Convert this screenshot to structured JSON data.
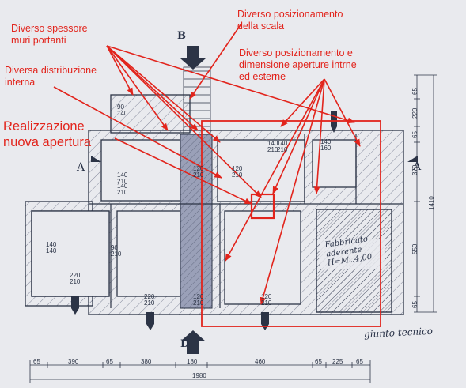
{
  "annotations": {
    "walls_thickness": [
      "Diverso spessore",
      "muri portanti"
    ],
    "internal_layout": [
      "Diversa distribuzione",
      "interna"
    ],
    "new_opening": [
      "Realizzazione",
      "nuova apertura"
    ],
    "stair_position": [
      "Diverso posizionamento",
      "della scala"
    ],
    "openings_position": [
      "Diverso posizionamento e",
      "dimensione aperture intrne",
      "ed esterne"
    ]
  },
  "plan_labels": {
    "section_b": "B",
    "section_d": "D",
    "section_a_left": "A",
    "section_a_right": "A",
    "adjacent_building": [
      "Fabbricato",
      "aderente",
      "H=Mt.4,00"
    ],
    "technical_joint": "giunto tecnico"
  },
  "opening_labels": [
    "90\n140",
    "140\n210",
    "140\n210",
    "140\n210",
    "140\n210",
    "140\n160",
    "140\n140",
    "90\n210",
    "220\n210",
    "220\n210",
    "120\n210",
    "120\n210",
    "120\n210",
    "120\n210"
  ],
  "bottom_dims": [
    "65",
    "390",
    "65",
    "380",
    "180",
    "460",
    "65",
    "225",
    "65"
  ],
  "total_width": "1980",
  "right_dims": [
    "65",
    "220",
    "65",
    "370",
    "550",
    "65"
  ],
  "right_total": "1410",
  "colors": {
    "annotation_red": "#e2241c",
    "ink": "#2c3446",
    "paper": "#e9eaee",
    "stair_fill": "#9aa0b8"
  }
}
